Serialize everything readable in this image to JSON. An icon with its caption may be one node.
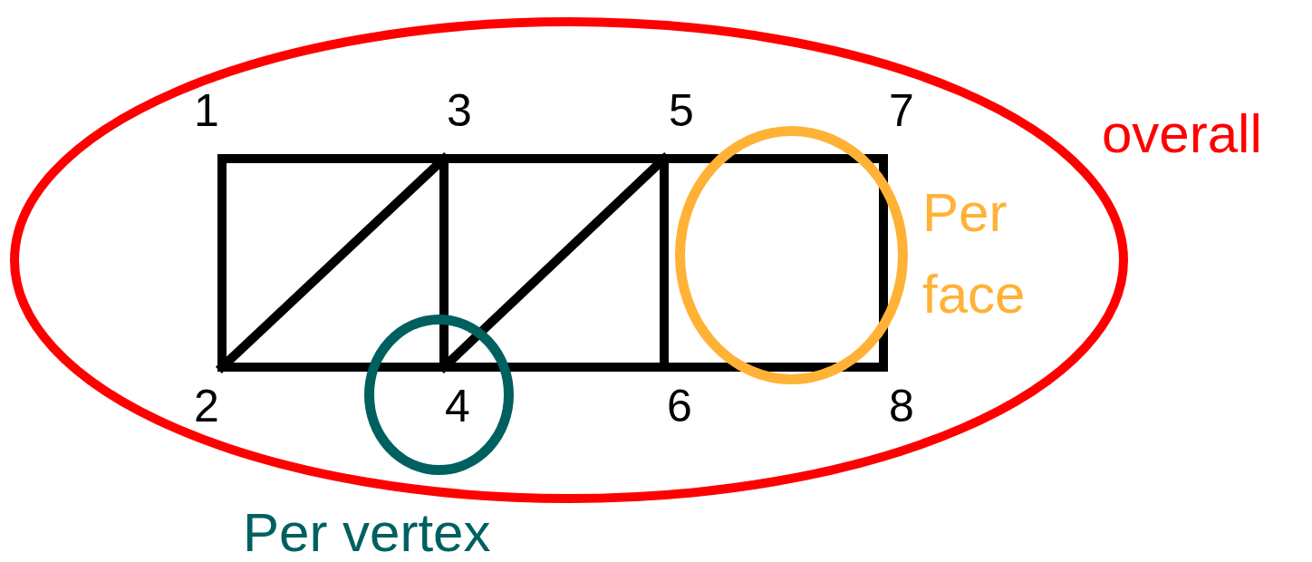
{
  "diagram": {
    "nodes": [
      {
        "text": [
          "overall"
        ]
      },
      {
        "text": [
          "Per face"
        ],
        "in": 0
      },
      {
        "text": [
          "Per vertex"
        ],
        "in": 0
      }
    ],
    "labels": [
      "1",
      "3",
      "5",
      "7",
      "2",
      "4",
      "6",
      "8"
    ]
  }
}
